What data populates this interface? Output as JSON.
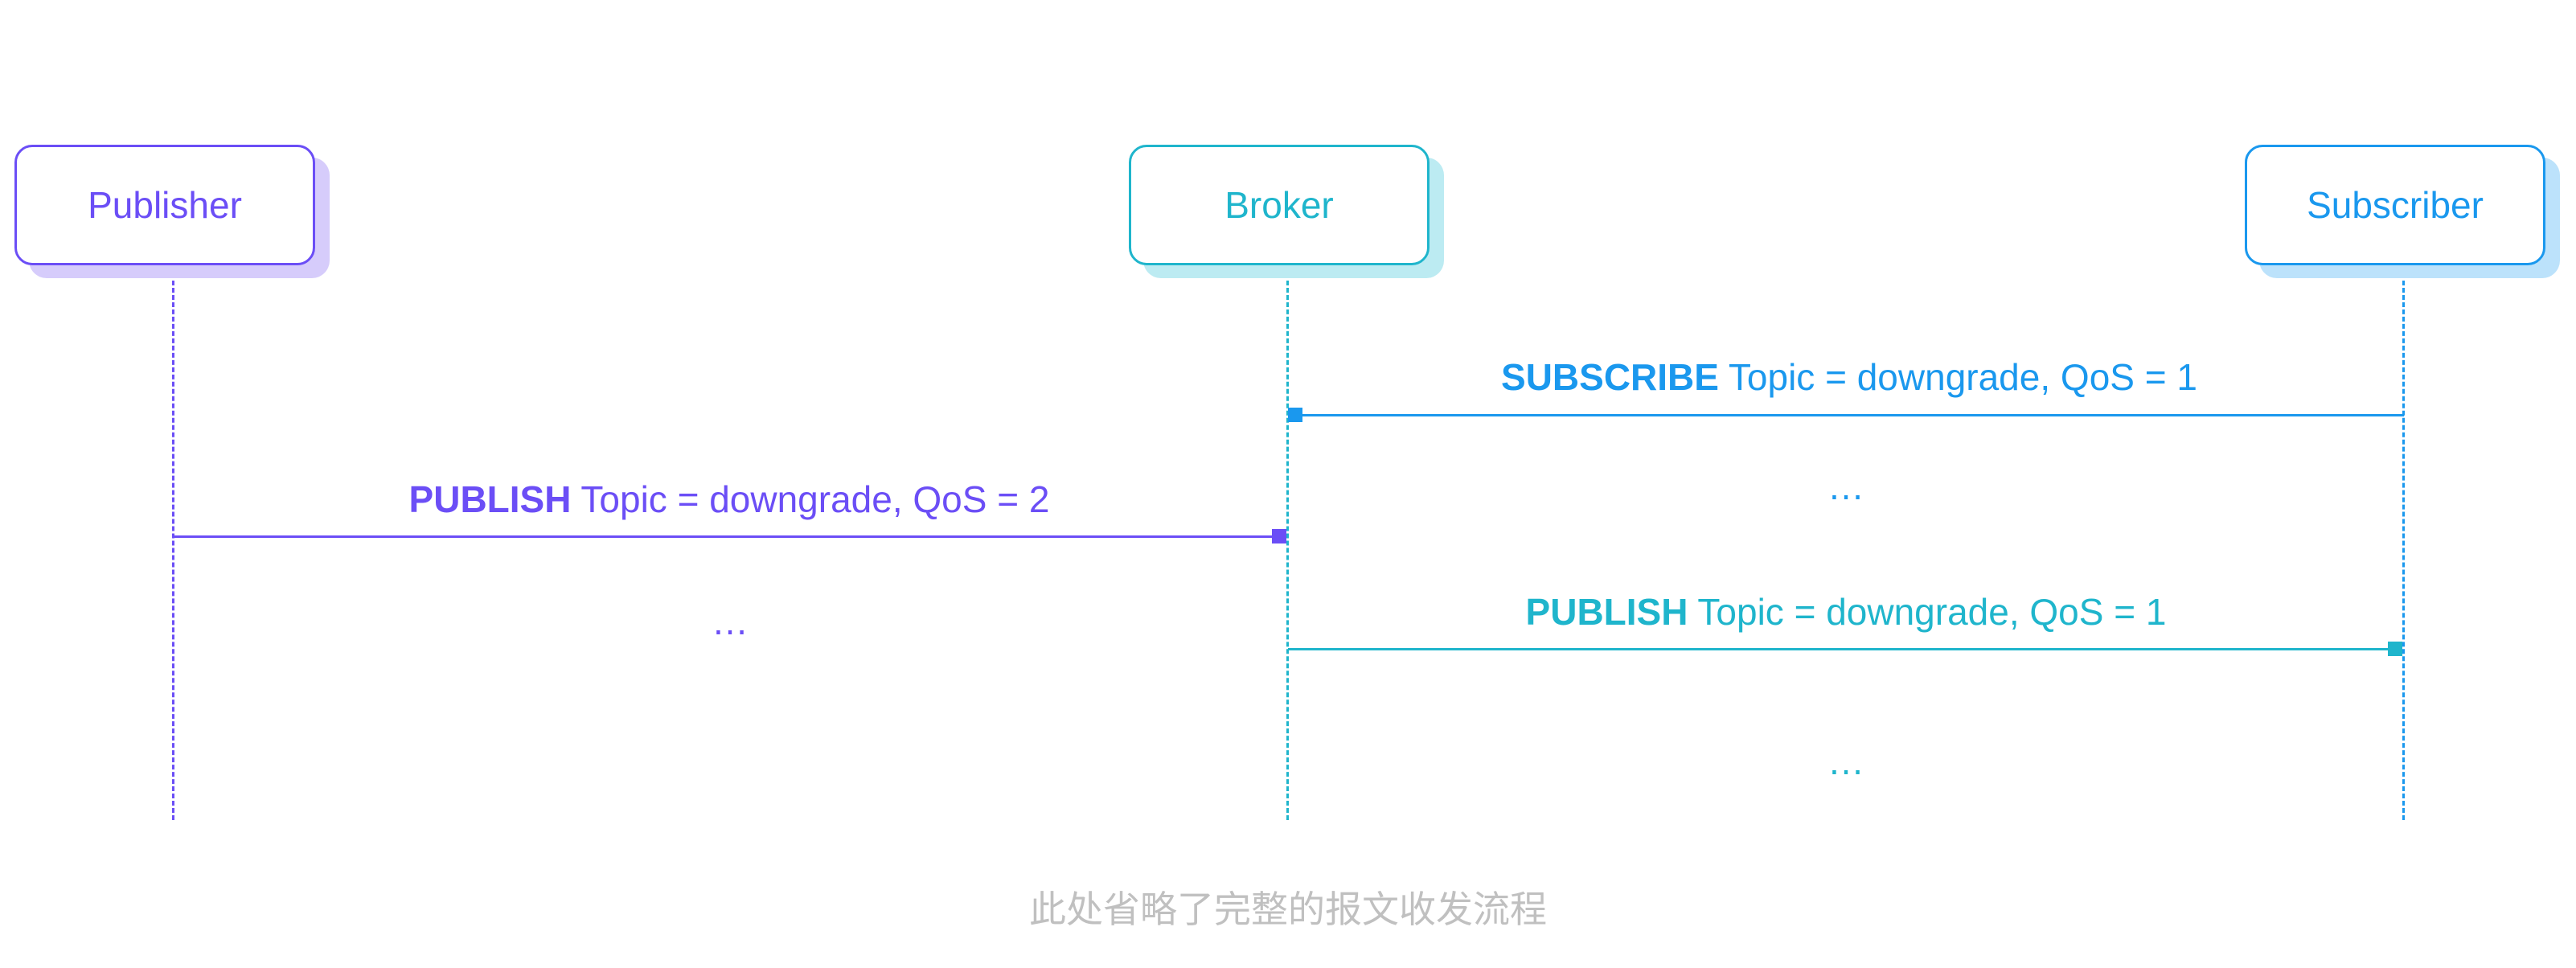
{
  "participants": {
    "publisher": {
      "label": "Publisher",
      "color": "#6B4EF6"
    },
    "broker": {
      "label": "Broker",
      "color": "#1FB5CC"
    },
    "subscriber": {
      "label": "Subscriber",
      "color": "#1A98EE"
    }
  },
  "messages": {
    "subscribe": {
      "keyword": "SUBSCRIBE",
      "text": " Topic = downgrade, QoS = 1",
      "from": "subscriber",
      "to": "broker",
      "color": "#1A98EE"
    },
    "publish_in": {
      "keyword": "PUBLISH",
      "text": " Topic = downgrade, QoS = 2",
      "from": "publisher",
      "to": "broker",
      "color": "#6B4EF6"
    },
    "publish_out": {
      "keyword": "PUBLISH",
      "text": " Topic = downgrade, QoS = 1",
      "from": "broker",
      "to": "subscriber",
      "color": "#1FB5CC"
    }
  },
  "ellipses": {
    "broker_subscriber_1": "…",
    "publisher_broker": "…",
    "broker_subscriber_2": "…"
  },
  "caption": "此处省略了完整的报文收发流程"
}
